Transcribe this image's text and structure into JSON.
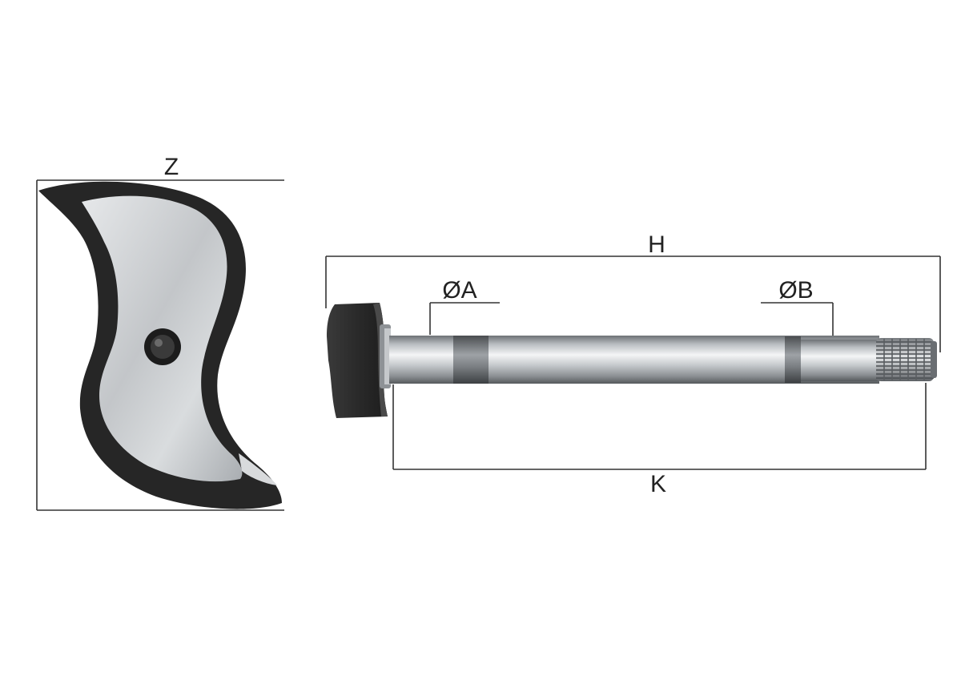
{
  "labels": {
    "z": "Z",
    "h": "H",
    "diameter_a": "ØA",
    "diameter_b": "ØB",
    "k": "K"
  },
  "colors": {
    "background": "#ffffff",
    "dimension_line": "#333333",
    "label_text": "#222222",
    "dark_metal": "#2a2a2a",
    "polished_metal": "#c9cccf"
  }
}
